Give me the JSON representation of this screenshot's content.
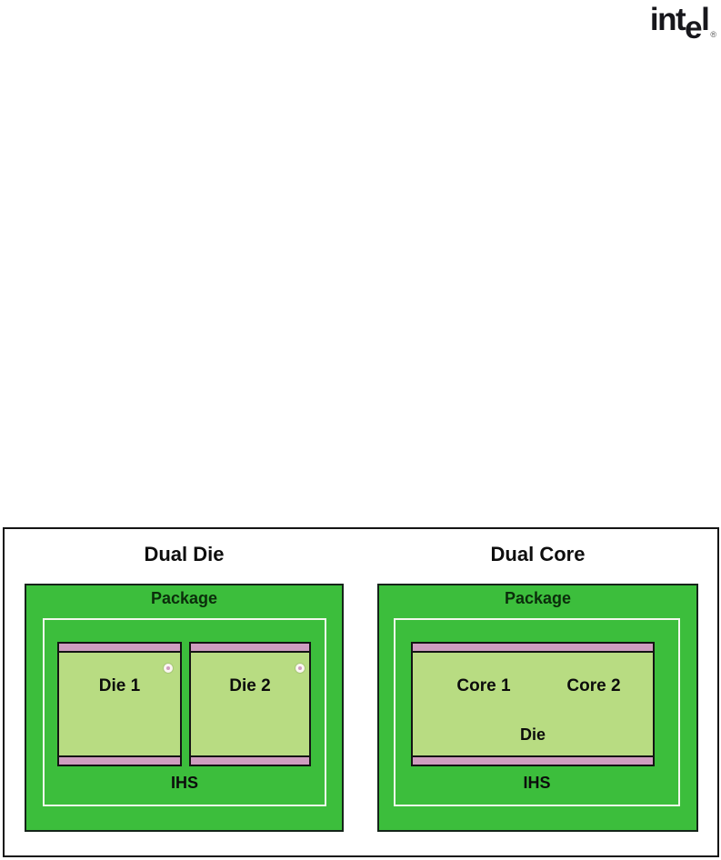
{
  "logo": {
    "prefix": "int",
    "dropped_letter": "e",
    "suffix": "l",
    "registered_mark": "®"
  },
  "figure": {
    "panels": [
      {
        "id": "dual-die",
        "title": "Dual Die",
        "package_label": "Package",
        "ihs_label": "IHS",
        "dies": [
          {
            "label": "Die 1"
          },
          {
            "label": "Die 2"
          }
        ]
      },
      {
        "id": "dual-core",
        "title": "Dual Core",
        "package_label": "Package",
        "ihs_label": "IHS",
        "die_label": "Die",
        "cores": [
          {
            "label": "Core 1"
          },
          {
            "label": "Core 2"
          }
        ]
      }
    ],
    "colors": {
      "package_green": "#3cbe3c",
      "die_green": "#b8dc82",
      "substrate_pink": "#cf9dc0",
      "outline_white": "#f2f8ec",
      "border_black": "#141414"
    }
  }
}
